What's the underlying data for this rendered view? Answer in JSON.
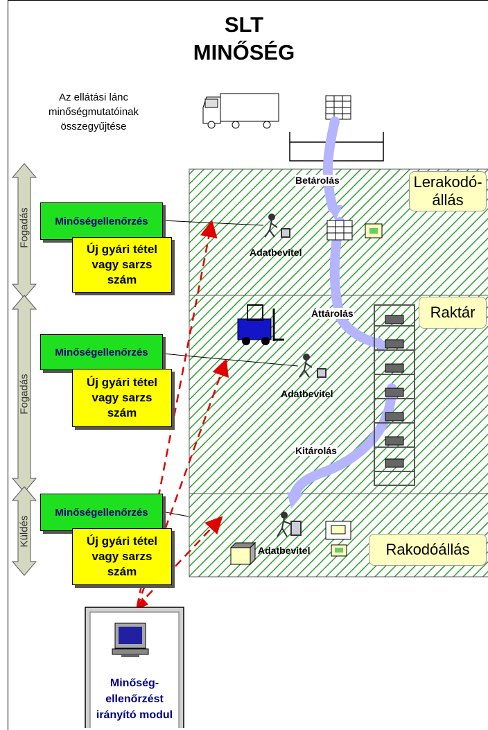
{
  "title": {
    "line1": "SLT",
    "line2": "MINŐSÉG"
  },
  "subtitle": "Az ellátási lánc\nminőségmutatóinak\nösszegyűjtése",
  "side_labels": [
    "Fogadás",
    "Fogadás",
    "Küldés"
  ],
  "zones": [
    "Lerakodó-\nállás",
    "Raktár",
    "Rakodóállás"
  ],
  "flow_steps": [
    "Betárolás",
    "Áttárolás",
    "Kitárolás"
  ],
  "data_entry_label": "Adatbevitel",
  "quality_check": "Minőségellenőrzés",
  "batch_box": "Új gyári tétel\nvagy sarzs\nszám",
  "module_label": "Minőség-\nellenőrzést\nirányító modul",
  "colors": {
    "green": "#1ee01e",
    "yellow": "#ffff00",
    "zone_hatch": "#2aa02a",
    "flow_arrow": "#b4b4ff",
    "dashed_arrow": "#e00000",
    "label_blue": "#000080"
  }
}
